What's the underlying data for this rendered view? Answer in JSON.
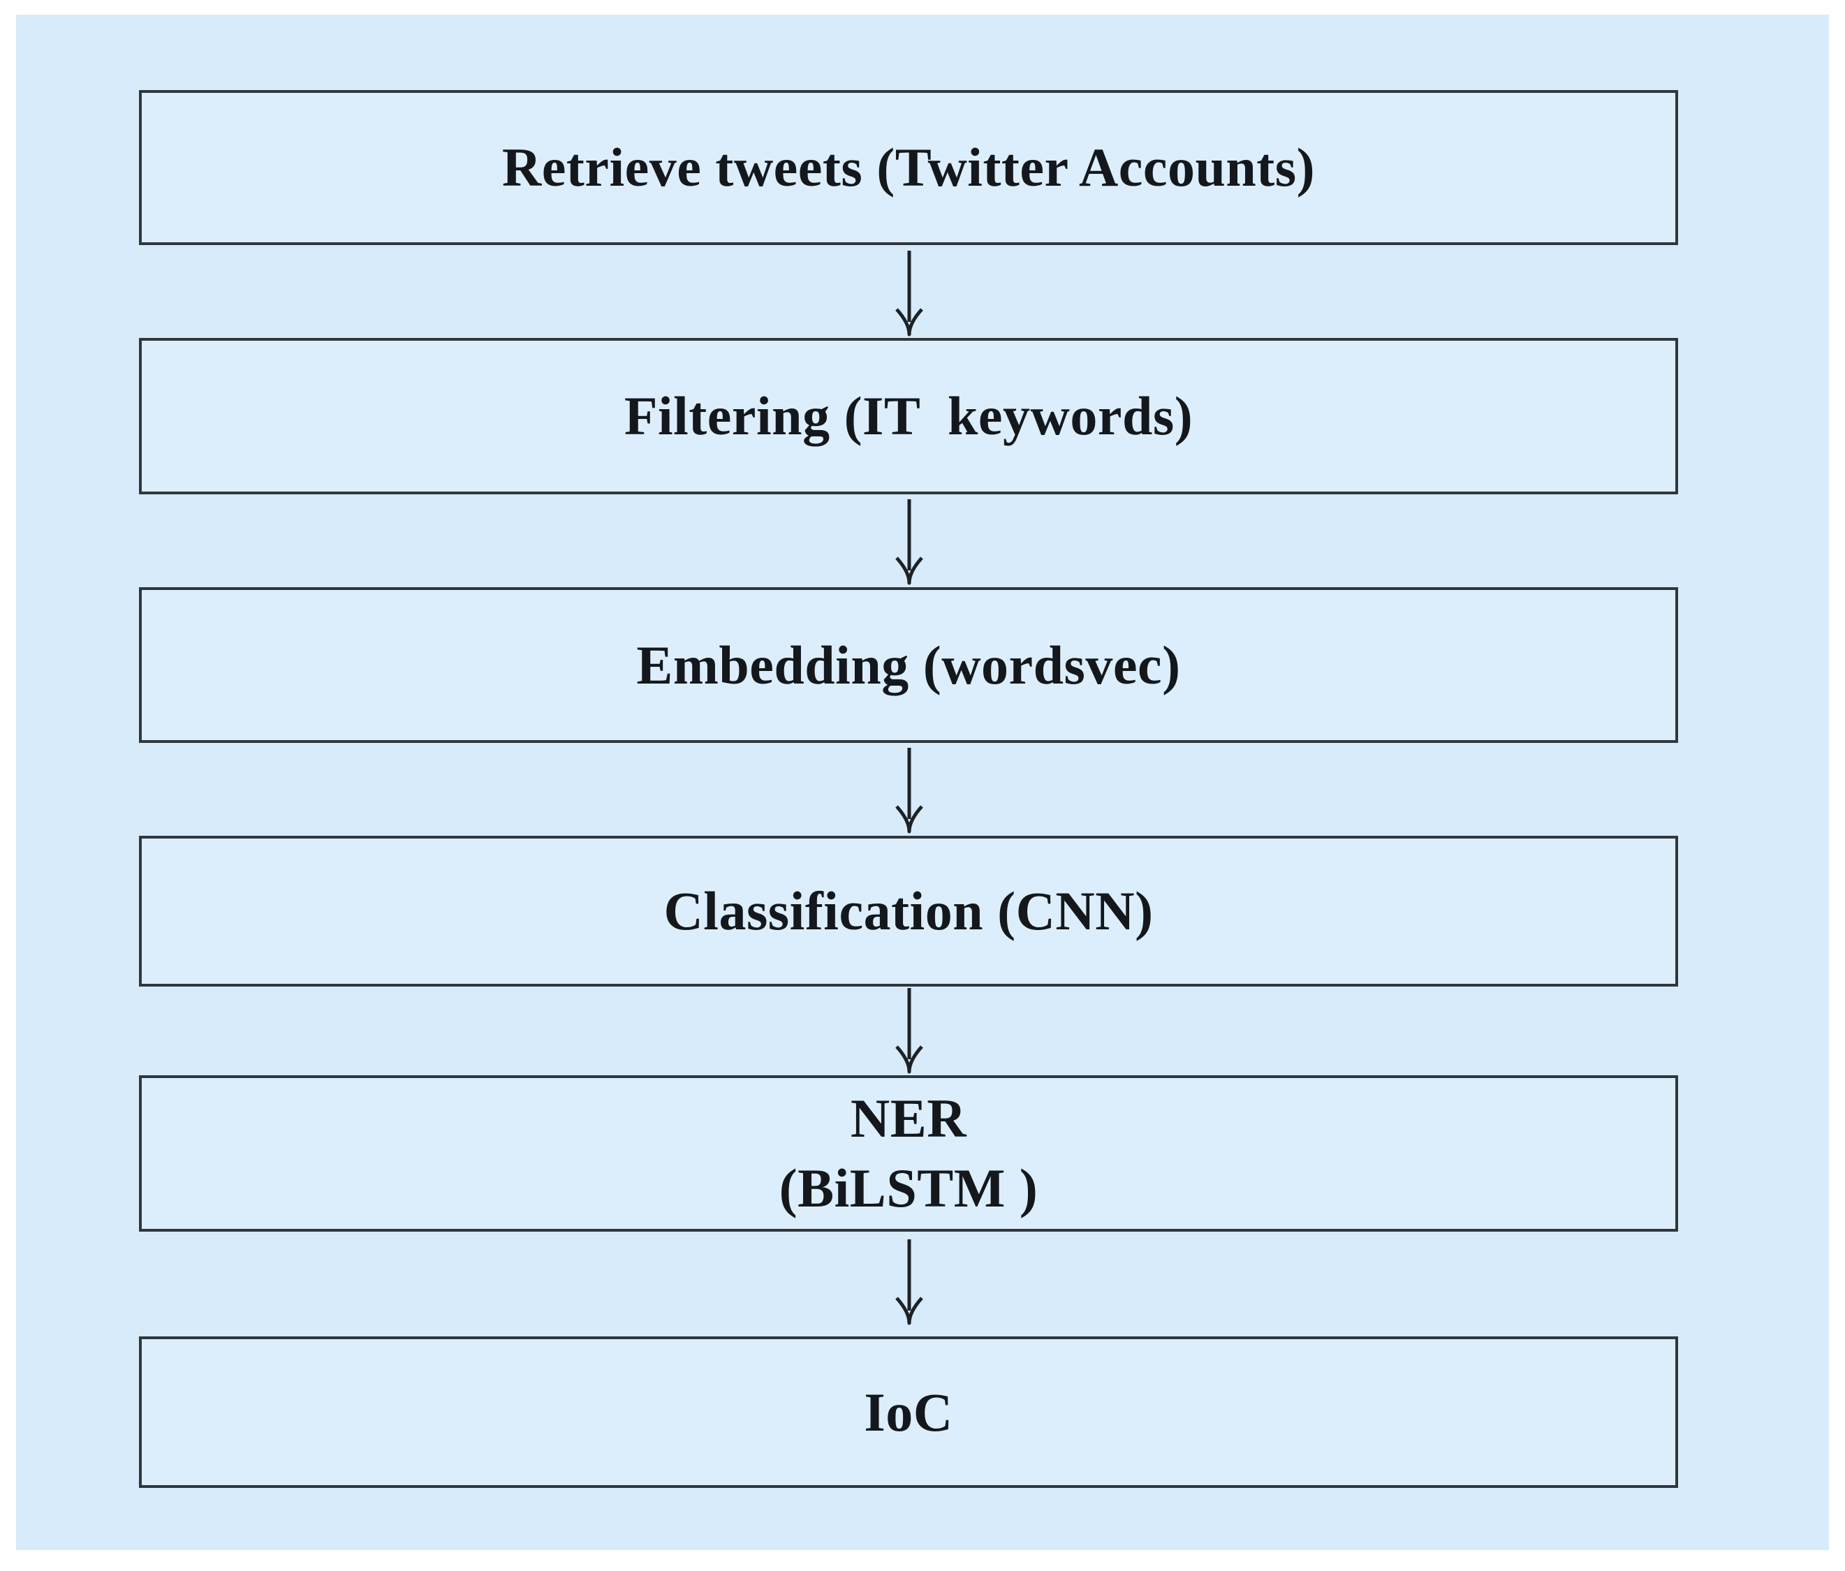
{
  "figure": {
    "type": "flowchart",
    "colors": {
      "page_background": "#ffffff",
      "panel_background": "#d7ebfa",
      "box_fill": "#dceefb",
      "box_border": "#30373c",
      "text_color": "#14181c",
      "arrow_color": "#1d2226"
    }
  },
  "flowchart": {
    "direction": "top-down",
    "nodes": [
      {
        "label": "Retrieve tweets (Twitter Accounts)"
      },
      {
        "label": "Filtering (IT  keywords)"
      },
      {
        "label": "Embedding (wordsvec)"
      },
      {
        "label": "Classification (CNN)"
      },
      {
        "label": "NER\n(BiLSTM )"
      },
      {
        "label": "IoC"
      }
    ],
    "connectors": [
      {
        "from": 0,
        "to": 1,
        "icon": "down-arrow"
      },
      {
        "from": 1,
        "to": 2,
        "icon": "down-arrow"
      },
      {
        "from": 2,
        "to": 3,
        "icon": "down-arrow"
      },
      {
        "from": 3,
        "to": 4,
        "icon": "down-arrow"
      },
      {
        "from": 4,
        "to": 5,
        "icon": "down-arrow"
      }
    ]
  }
}
